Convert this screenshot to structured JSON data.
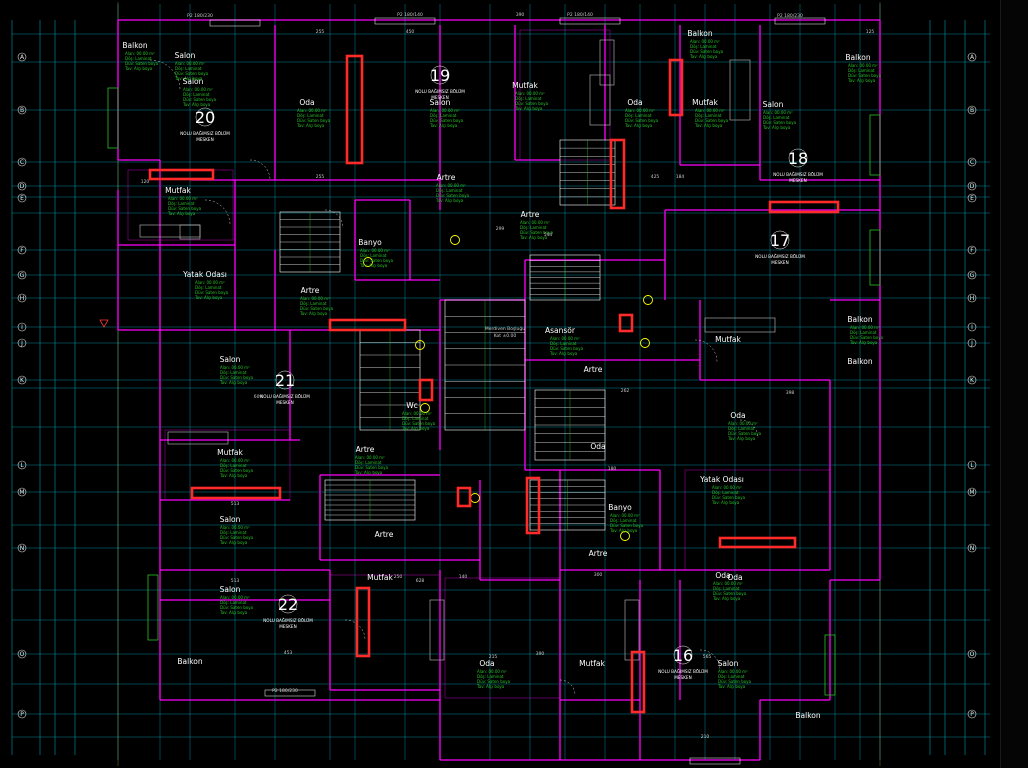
{
  "colors": {
    "background": "#000000",
    "grid": "#00c8c8",
    "walls": "#ff00ff",
    "highlight": "#ff2a2a",
    "info_text": "#27c227",
    "label_text": "#ffffff",
    "fixtures": "#ffff00"
  },
  "axis_letters_right": [
    "A",
    "B",
    "C",
    "D",
    "E",
    "F",
    "G",
    "H",
    "I",
    "J",
    "K",
    "L",
    "M",
    "N",
    "O",
    "P"
  ],
  "axis_letters_left": [
    "A",
    "B",
    "C",
    "D",
    "E",
    "F",
    "G",
    "H",
    "I",
    "J",
    "K",
    "L",
    "M",
    "N",
    "O",
    "P"
  ],
  "axis_labels_top": [
    "P2 180/230",
    "P2 180/140",
    "P2 180/140",
    "P2 180/230",
    "P2 180/230"
  ],
  "units": [
    {
      "no": "20",
      "caption": "NOLU BAĞIMSIZ BÖLÜM",
      "use": "MESKEN"
    },
    {
      "no": "19",
      "caption": "NOLU BAĞIMSIZ BÖLÜM",
      "use": "MESKEN"
    },
    {
      "no": "18",
      "caption": "NOLU BAĞIMSIZ BÖLÜM",
      "use": "MESKEN"
    },
    {
      "no": "17",
      "caption": "NOLU BAĞIMSIZ BÖLÜM",
      "use": "MESKEN"
    },
    {
      "no": "21",
      "caption": "NOLU BAĞIMSIZ BÖLÜM",
      "use": "MESKEN"
    },
    {
      "no": "22",
      "caption": "NOLU BAĞIMSIZ BÖLÜM",
      "use": "MESKEN"
    },
    {
      "no": "16",
      "caption": "NOLU BAĞIMSIZ BÖLÜM",
      "use": "MESKEN"
    }
  ],
  "rooms": [
    {
      "name": "Balkon"
    },
    {
      "name": "Salon"
    },
    {
      "name": "Oda"
    },
    {
      "name": "Salon"
    },
    {
      "name": "Mutfak"
    },
    {
      "name": "Oda"
    },
    {
      "name": "Mutfak"
    },
    {
      "name": "Salon"
    },
    {
      "name": "Balkon"
    },
    {
      "name": "Balkon"
    },
    {
      "name": "Mutfak"
    },
    {
      "name": "Artre"
    },
    {
      "name": "Artre"
    },
    {
      "name": "Banyo"
    },
    {
      "name": "Yatak Odası"
    },
    {
      "name": "Artre"
    },
    {
      "name": "Salon"
    },
    {
      "name": "Mutfak"
    },
    {
      "name": "Salon"
    },
    {
      "name": "Wc"
    },
    {
      "name": "Asansör"
    },
    {
      "name": "Artre"
    },
    {
      "name": "Oda"
    },
    {
      "name": "Mutfak"
    },
    {
      "name": "Artre"
    },
    {
      "name": "Oda"
    },
    {
      "name": "Yatak Odası"
    },
    {
      "name": "Artre"
    },
    {
      "name": "Banyo"
    },
    {
      "name": "Artre"
    },
    {
      "name": "Salon"
    },
    {
      "name": "Mutfak"
    },
    {
      "name": "Oda"
    },
    {
      "name": "Balkon"
    },
    {
      "name": "Oda"
    },
    {
      "name": "Mutfak"
    },
    {
      "name": "Salon"
    },
    {
      "name": "Balkon"
    },
    {
      "name": "Balkon"
    },
    {
      "name": "Oda"
    },
    {
      "name": "Salon"
    },
    {
      "name": "Balkon"
    }
  ],
  "info_lines": [
    "Alan: 00.00 m²",
    "Döş: Laminat",
    "Düv: Saten boya",
    "Tav: Alçı boya"
  ],
  "dimensions": [
    "255",
    "450",
    "390",
    "425",
    "544",
    "120",
    "125",
    "609",
    "513",
    "513",
    "628",
    "453",
    "390",
    "398",
    "250",
    "255",
    "215",
    "565",
    "210",
    "140",
    "184",
    "300",
    "262",
    "180",
    "299"
  ],
  "stair_labels": [
    "Merdiven Boşluğu",
    "Kot ±0.00"
  ]
}
